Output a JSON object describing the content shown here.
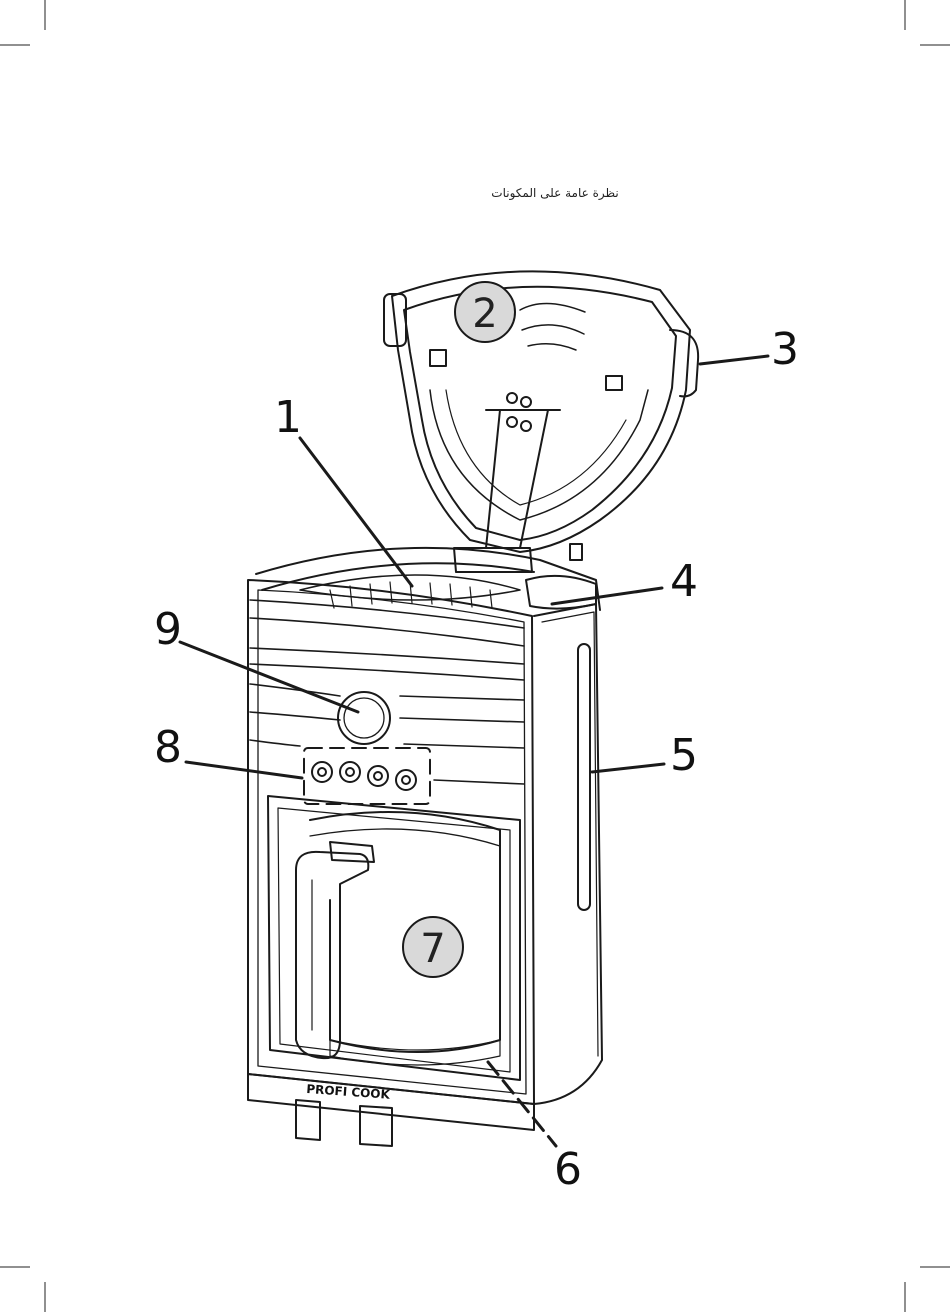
{
  "page": {
    "heading": "نظرة عامة على المكونات"
  },
  "brand": {
    "logo_text": "PROFI COOK"
  },
  "callouts": {
    "c1": "1",
    "c2": "2",
    "c3": "3",
    "c4": "4",
    "c5": "5",
    "c6": "6",
    "c7": "7",
    "c8": "8",
    "c9": "9"
  },
  "colors": {
    "line": "#1a1a1a",
    "badge_fill": "#d9d9d9"
  }
}
